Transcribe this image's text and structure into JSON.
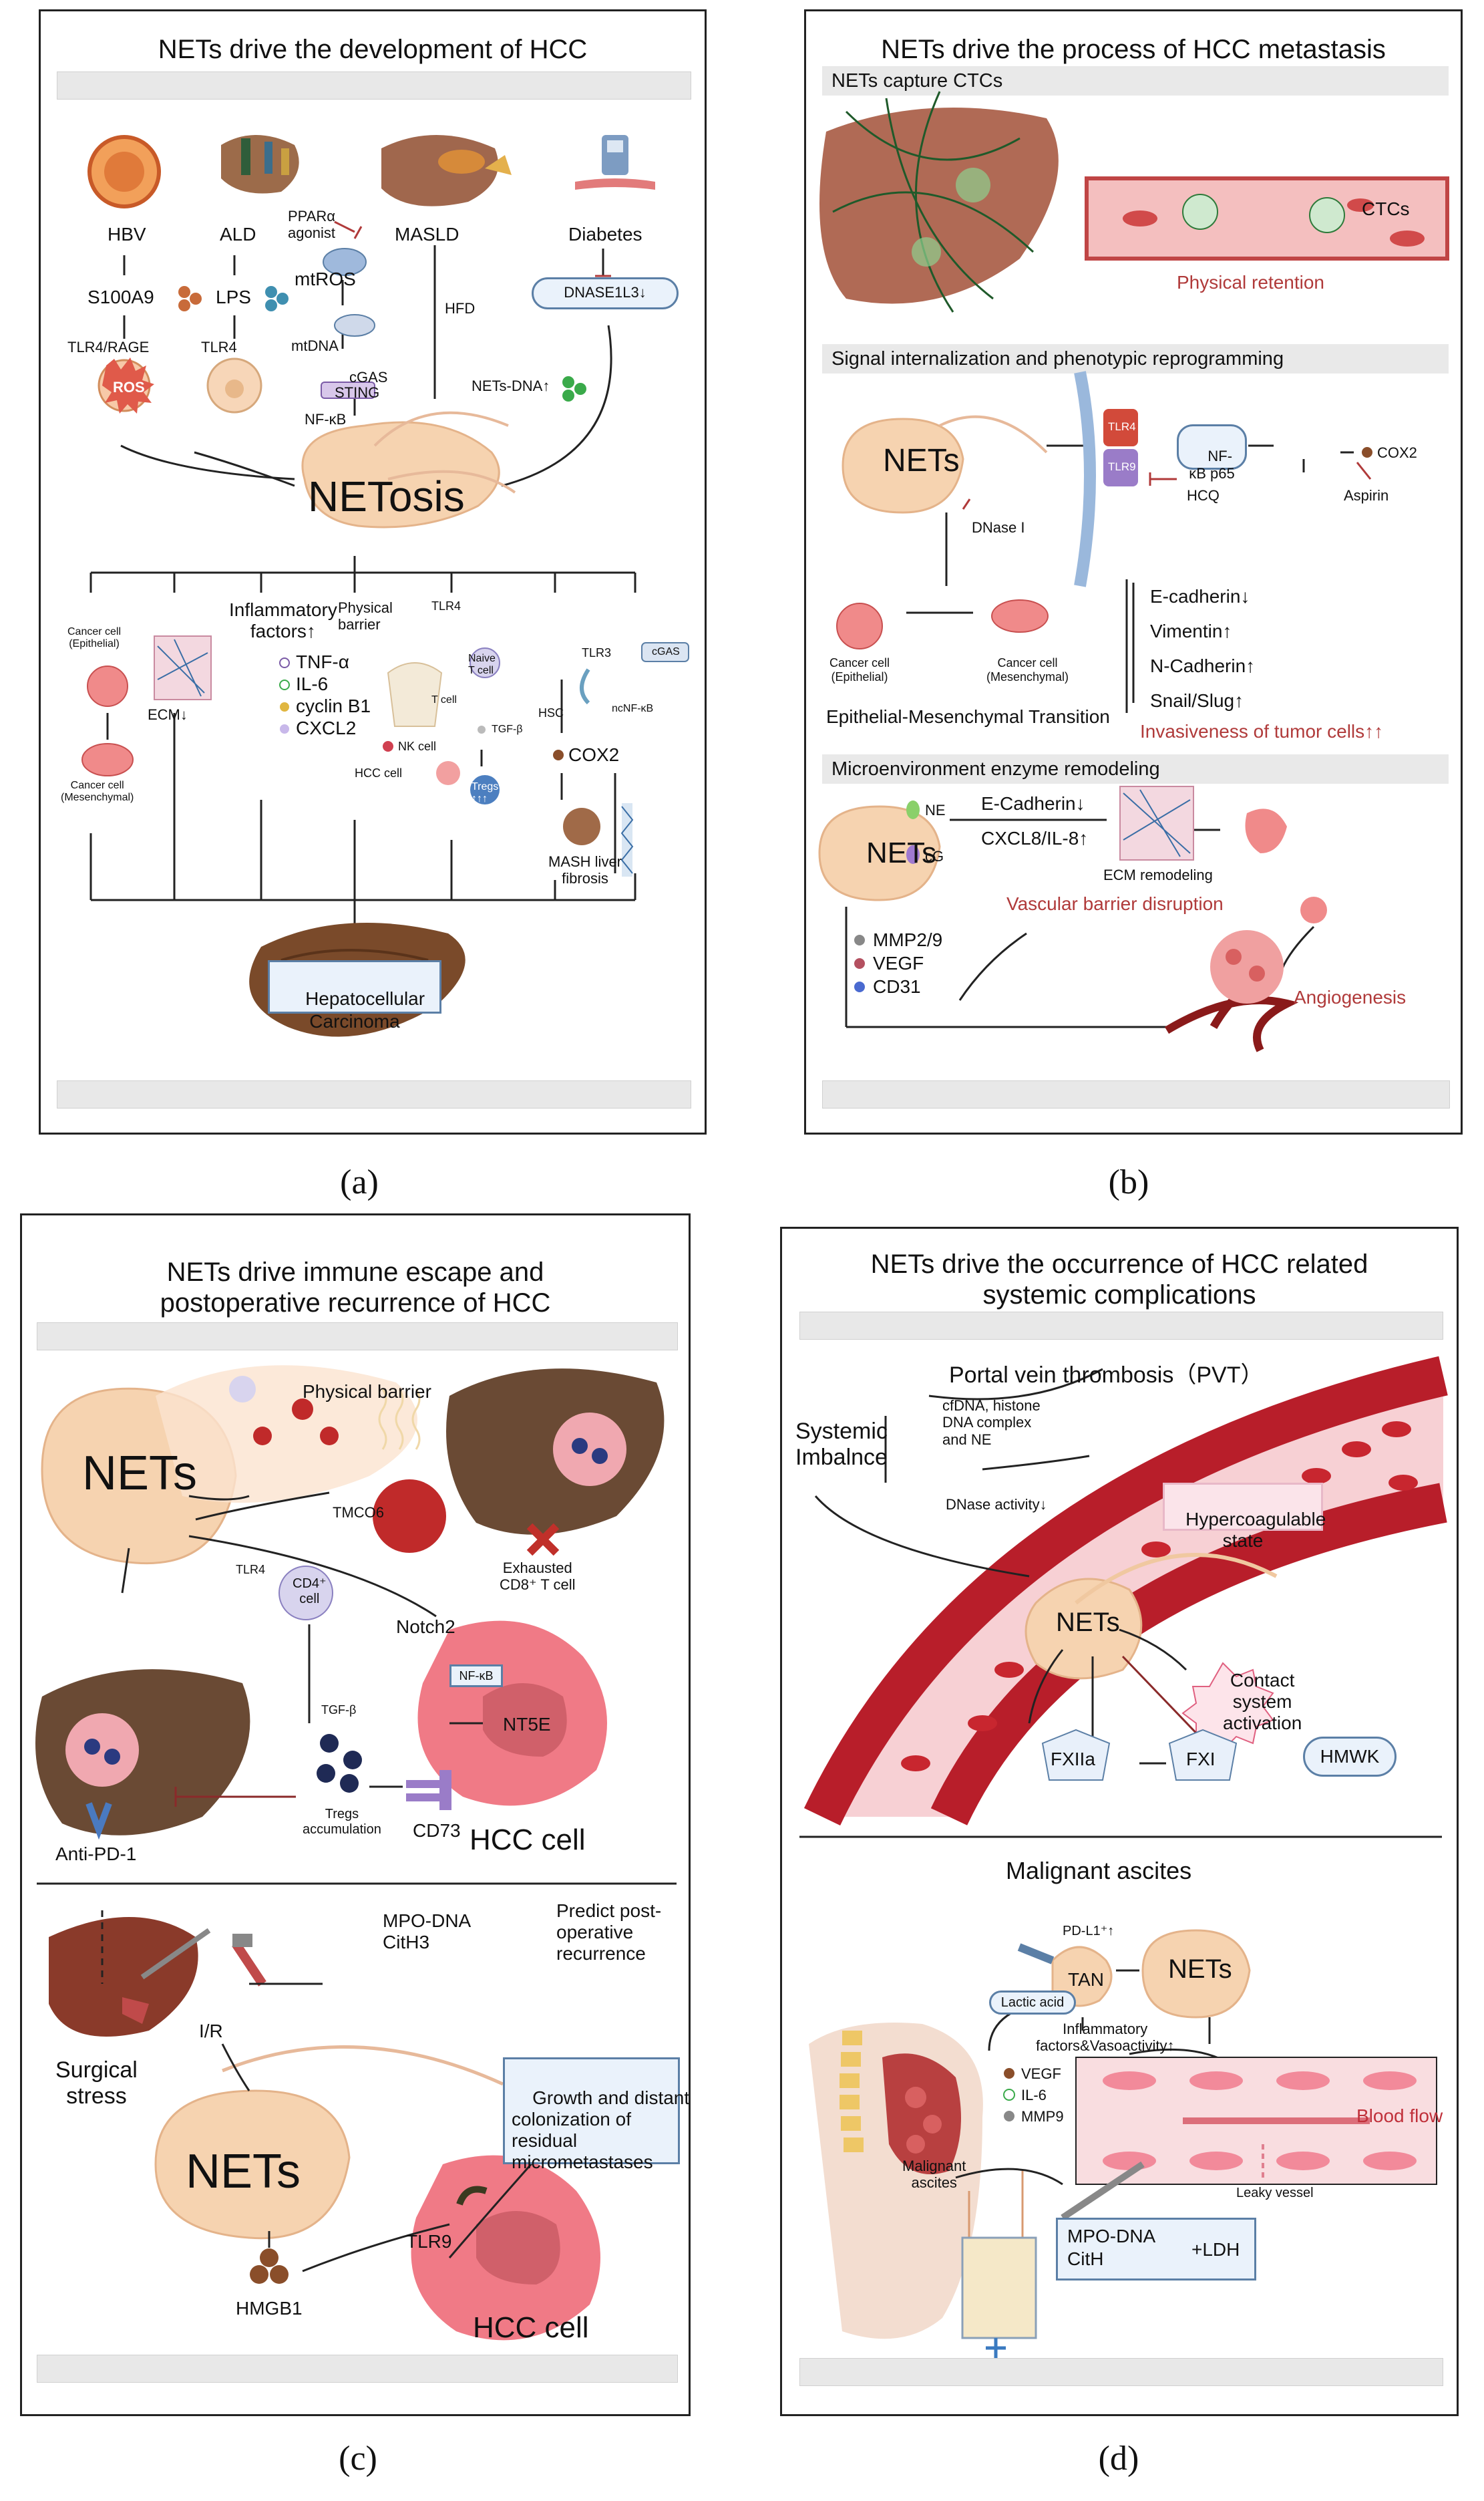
{
  "a": {
    "title": "NETs drive the development of HCC",
    "hbv": "HBV",
    "ald": "ALD",
    "masld": "MASLD",
    "diabetes": "Diabetes",
    "s100a9": "S100A9",
    "lps": "LPS",
    "ppar": "PPARα\nagonist",
    "mtros": "mtROS",
    "mtdna": "mtDNA",
    "cgas": "cGAS",
    "sting": "STING",
    "nfkb": "NF-κB",
    "hfd": "HFD",
    "dnase": "DNASE1L3↓",
    "netsdna": "NETs-DNA↑",
    "tlr4rage": "TLR4/RAGE",
    "tlr4": "TLR4",
    "ros": "ROS",
    "netosis": "NETosis",
    "cc_epi": "Cancer cell\n(Epithelial)",
    "cc_mes": "Cancer cell\n(Mesenchymal)",
    "ecm": "ECM↓",
    "inflam": "Inflammatory\nfactors↑",
    "tnf": "TNF-α",
    "il6": "IL-6",
    "cyclin": "cyclin B1",
    "cxcl2": "CXCL2",
    "phys": "Physical\nbarrier",
    "nk": "NK cell",
    "hcccell": "HCC cell",
    "tlr4b": "TLR4",
    "naive": "Naive\nT cell",
    "tgfb": "TGF-β",
    "tcell": "T cell",
    "tregs": "Tregs",
    "tregsarrows": "↑↑↑",
    "tlr3": "TLR3",
    "hsc": "HSC",
    "cox2": "COX2",
    "mash": "MASH liver\nfibrosis",
    "cgas2": "cGAS",
    "ncnfkb": "ncNF-κB",
    "hcc": "Hepatocellular\nCarcinoma",
    "caption": "(a)"
  },
  "b": {
    "title": "NETs drive the process of HCC metastasis",
    "s1": "NETs capture CTCs",
    "ctcs": "CTCs",
    "retention": "Physical retention",
    "s2": "Signal internalization and phenotypic reprogramming",
    "nets": "NETs",
    "tlr4": "TLR4",
    "tlr9": "TLR9",
    "nfkb": "NF-\nκB p65",
    "cox2": "COX2",
    "hcq": "HCQ",
    "aspirin": "Aspirin",
    "dnase": "DNase I",
    "cc_epi": "Cancer cell\n(Epithelial)",
    "cc_mes": "Cancer cell\n(Mesenchymal)",
    "emt": "Epithelial-Mesenchymal Transition",
    "ecad": "E-cadherin↓",
    "vim": "Vimentin↑",
    "ncad": "N-Cadherin↑",
    "snail": "Snail/Slug↑",
    "invas": "Invasiveness of tumor cells↑↑",
    "s3": "Microenvironment enzyme remodeling",
    "nets2": "NETs",
    "ne": "NE",
    "cg": "cG",
    "ecad2": "E-Cadherin↓",
    "cxcl8": "CXCL8/IL-8↑",
    "ecmr": "ECM remodeling",
    "vbd": "Vascular barrier disruption",
    "mmp": "MMP2/9",
    "vegf": "VEGF",
    "cd31": "CD31",
    "angio": "Angiogenesis",
    "caption": "(b)"
  },
  "c": {
    "title": "NETs drive immune escape and\npostoperative recurrence of HCC",
    "nets": "NETs",
    "phys": "Physical barrier",
    "tmco6": "TMCO6",
    "exh": "Exhausted\nCD8⁺ T cell",
    "tlr4": "TLR4",
    "cd4": "CD4⁺\ncell",
    "notch": "Notch2",
    "nfkb": "NF-κB",
    "nt5e": "NT5E",
    "tgfb": "TGF-β",
    "tregs": "Tregs\naccumulation",
    "cd73": "CD73",
    "hcc": "HCC cell",
    "antipd1": "Anti-PD-1",
    "mpo": "MPO-DNA\nCitH3",
    "predict": "Predict post-\noperative\nrecurrence",
    "ir": "I/R",
    "surg": "Surgical\nstress",
    "nets2": "NETs",
    "growth": "Growth and distant\ncolonization of\nresidual\nmicrometastases",
    "hmgb1": "HMGB1",
    "tlr9": "TLR9",
    "hcc2": "HCC cell",
    "caption": "(c)"
  },
  "d": {
    "title": "NETs drive the occurrence of HCC related\nsystemic complications",
    "pvt": "Portal vein thrombosis（PVT）",
    "sys": "Systemic\nImbalnce",
    "cfdna": "cfDNA, histone\nDNA complex\nand NE",
    "dnase": "DNase activity↓",
    "hyper": "Hypercoagulable\nstate",
    "nets": "NETs",
    "contact": "Contact\nsystem\nactivation",
    "fxiia": "FXIIa",
    "fxi": "FXI",
    "hmwk": "HMWK",
    "ma": "Malignant ascites",
    "pdl1": "PD-L1⁺↑",
    "tan": "TAN",
    "lactic": "Lactic acid",
    "nets2": "NETs",
    "inflam": "Inflammatory\nfactors&Vasoactivity↑",
    "vegf": "VEGF",
    "il6": "IL-6",
    "mmp9": "MMP9",
    "blood": "Blood flow",
    "leaky": "Leaky vessel",
    "mal": "Malignant\nascites",
    "mpo": "MPO-DNA\nCitH",
    "ldh": "+LDH",
    "caption": "(d)"
  }
}
